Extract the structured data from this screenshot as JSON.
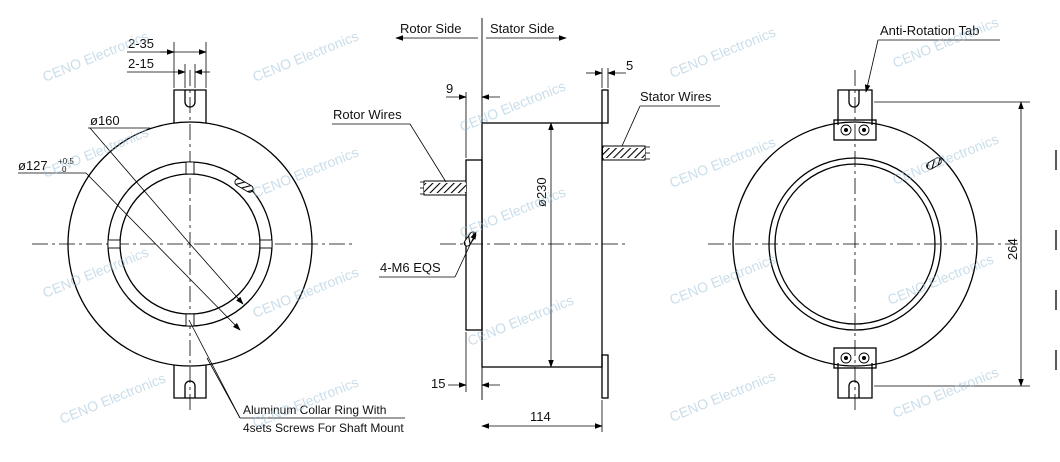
{
  "labels": {
    "d_2_35": "2-35",
    "d_2_15": "2-15",
    "d_160": "ø160",
    "d_127_base": "ø127",
    "d_127_upper": "+0.5",
    "d_127_lower": "0",
    "rotor_side": "Rotor Side",
    "stator_side": "Stator Side",
    "d_9": "9",
    "d_5": "5",
    "rotor_wires": "Rotor Wires",
    "stator_wires": "Stator Wires",
    "d_230": "ø230",
    "m6": "4-M6 EQS",
    "d_15": "15",
    "d_114": "114",
    "collar_1": "Aluminum Collar Ring With",
    "collar_2": "4sets Screws For Shaft Mount",
    "anti_rotation": "Anti-Rotation Tab",
    "d_264": "264"
  },
  "watermark": "CENO Electronics",
  "colors": {
    "line": "#000000",
    "watermark": "#9fc3d9",
    "background": "#ffffff"
  }
}
